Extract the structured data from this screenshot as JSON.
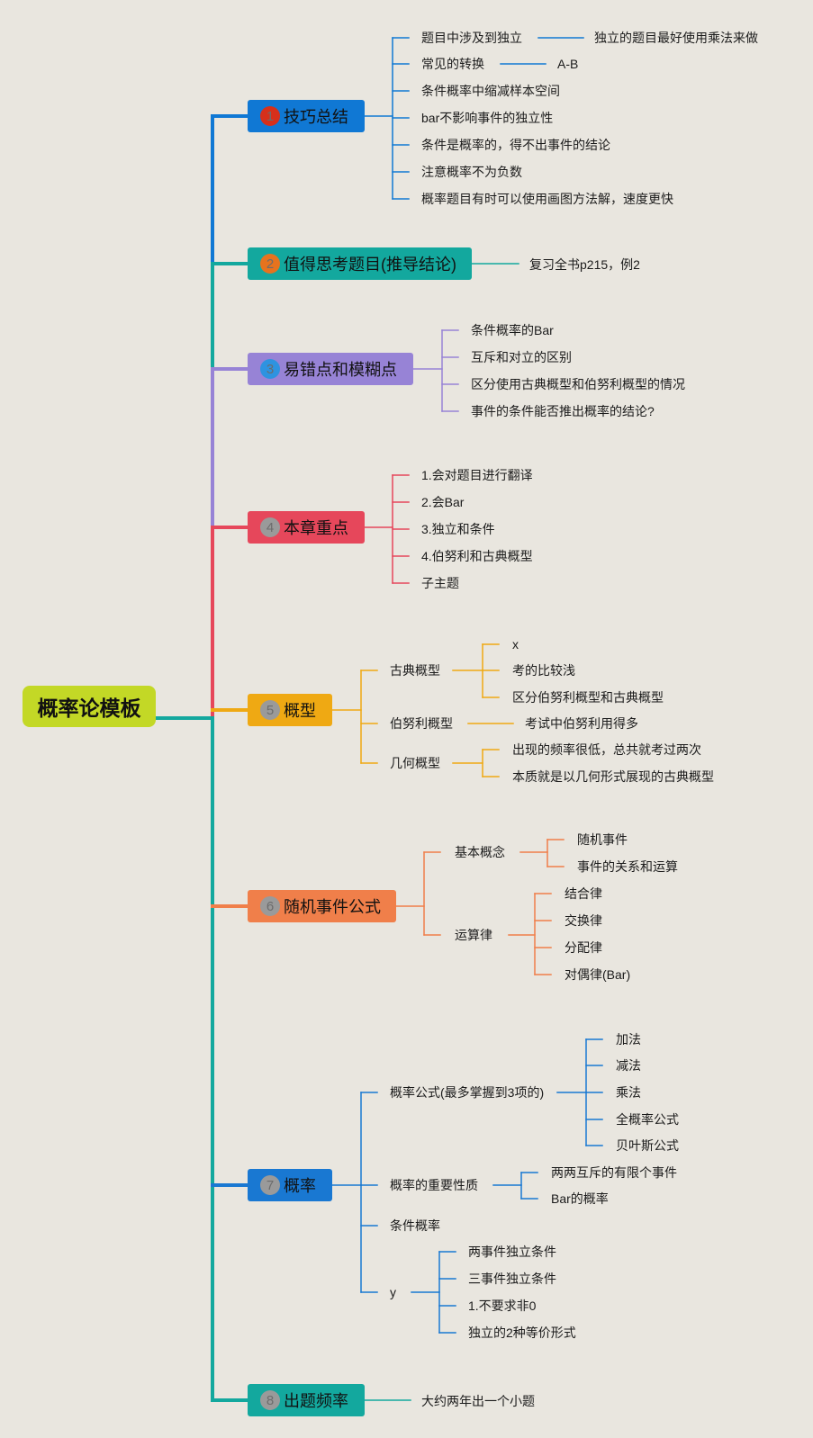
{
  "root": {
    "label": "概率论模板",
    "color": "#c3d826"
  },
  "branches": [
    {
      "num": "1",
      "label": "技巧总结",
      "color": "#1078d4",
      "badge_color": "#d6301b",
      "items": [
        {
          "label": "题目中涉及到独立",
          "child": "独立的题目最好使用乘法来做"
        },
        {
          "label": "常见的转换",
          "child": "A-B"
        },
        {
          "label": "条件概率中缩减样本空间"
        },
        {
          "label": "bar不影响事件的独立性"
        },
        {
          "label": "条件是概率的，得不出事件的结论"
        },
        {
          "label": "注意概率不为负数"
        },
        {
          "label": "概率题目有时可以使用画图方法解，速度更快"
        }
      ]
    },
    {
      "num": "2",
      "label": "值得思考题目(推导结论)",
      "color": "#13a89e",
      "badge_color": "#e6731e",
      "items": [
        {
          "label": "复习全书p215，例2"
        }
      ]
    },
    {
      "num": "3",
      "label": "易错点和模糊点",
      "color": "#9783d6",
      "badge_color": "#2e93e0",
      "items": [
        {
          "label": "条件概率的Bar"
        },
        {
          "label": "互斥和对立的区别"
        },
        {
          "label": "区分使用古典概型和伯努利概型的情况"
        },
        {
          "label": "事件的条件能否推出概率的结论?"
        }
      ]
    },
    {
      "num": "4",
      "label": "本章重点",
      "color": "#e6475b",
      "badge_color": "#9a9a9a",
      "items": [
        {
          "label": "1.会对题目进行翻译"
        },
        {
          "label": "2.会Bar"
        },
        {
          "label": "3.独立和条件"
        },
        {
          "label": "4.伯努利和古典概型"
        },
        {
          "label": "子主题"
        }
      ]
    },
    {
      "num": "5",
      "label": "概型",
      "color": "#efa913",
      "badge_color": "#9a9a9a",
      "items": [
        {
          "label": "古典概型",
          "children": [
            "x",
            "考的比较浅",
            "区分伯努利概型和古典概型"
          ]
        },
        {
          "label": "伯努利概型",
          "children": [
            "考试中伯努利用得多"
          ]
        },
        {
          "label": "几何概型",
          "children": [
            "出现的频率很低，总共就考过两次",
            "本质就是以几何形式展现的古典概型"
          ]
        }
      ]
    },
    {
      "num": "6",
      "label": "随机事件公式",
      "color": "#f07f4a",
      "badge_color": "#9a9a9a",
      "items": [
        {
          "label": "基本概念",
          "children": [
            "随机事件",
            "事件的关系和运算"
          ]
        },
        {
          "label": "运算律",
          "children": [
            "结合律",
            "交换律",
            "分配律",
            "对偶律(Bar)"
          ]
        }
      ]
    },
    {
      "num": "7",
      "label": "概率",
      "color": "#1978d2",
      "badge_color": "#9a9a9a",
      "items": [
        {
          "label": "概率公式(最多掌握到3项的)",
          "children": [
            "加法",
            "减法",
            "乘法",
            "全概率公式",
            "贝叶斯公式"
          ]
        },
        {
          "label": "概率的重要性质",
          "children": [
            "两两互斥的有限个事件",
            "Bar的概率"
          ]
        },
        {
          "label": "条件概率"
        },
        {
          "label": "y",
          "children": [
            "两事件独立条件",
            "三事件独立条件",
            "1.不要求非0",
            "独立的2种等价形式"
          ]
        }
      ]
    },
    {
      "num": "8",
      "label": "出题频率",
      "color": "#13a89e",
      "badge_color": "#9a9a9a",
      "items": [
        {
          "label": "大约两年出一个小题"
        }
      ]
    }
  ]
}
